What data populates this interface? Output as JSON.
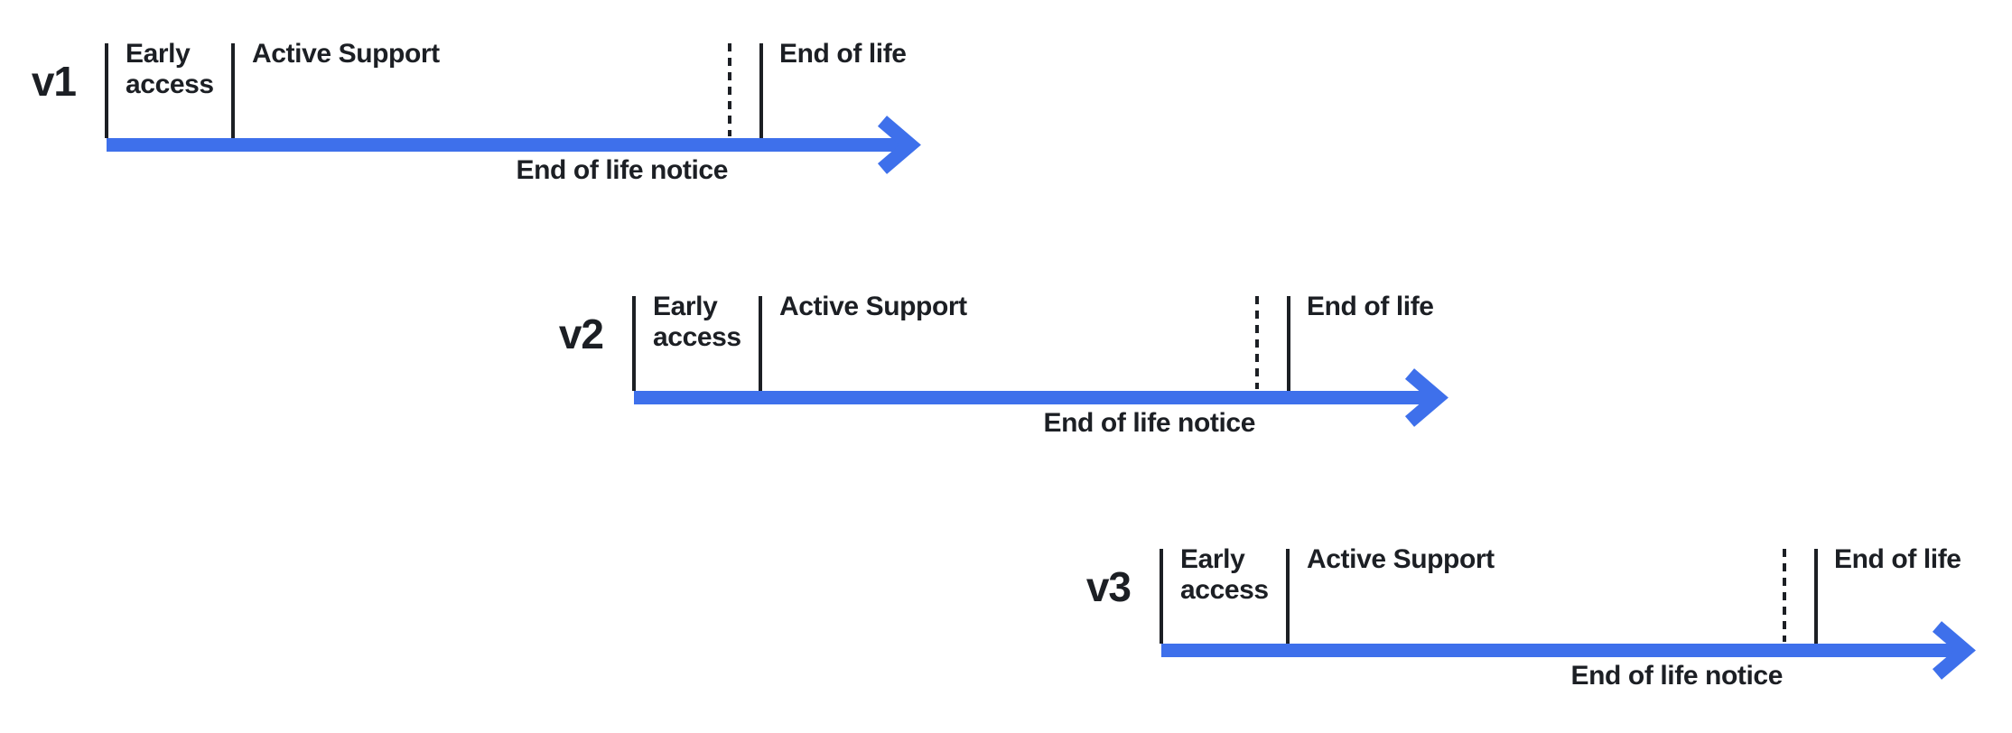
{
  "colors": {
    "timeline": "#3E70EB",
    "ink": "#1C1F24"
  },
  "timelines": [
    {
      "version": "v1",
      "early_access": "Early access",
      "active_support": "Active Support",
      "end_of_life": "End of life",
      "end_of_life_notice": "End of life notice"
    },
    {
      "version": "v2",
      "early_access": "Early access",
      "active_support": "Active Support",
      "end_of_life": "End of life",
      "end_of_life_notice": "End of life notice"
    },
    {
      "version": "v3",
      "early_access": "Early access",
      "active_support": "Active Support",
      "end_of_life": "End of life",
      "end_of_life_notice": "End of life notice"
    }
  ]
}
